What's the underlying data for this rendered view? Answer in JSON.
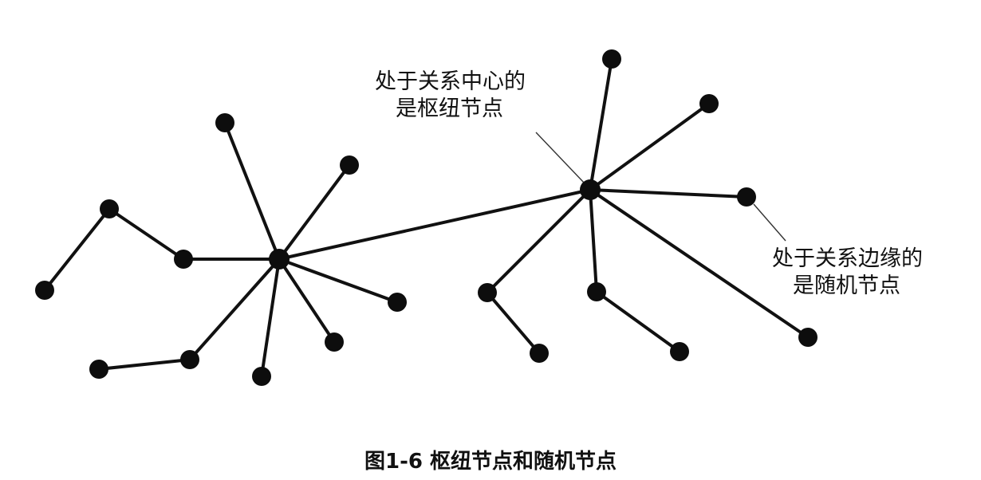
{
  "annotations": {
    "hub_label_line1": "处于关系中心的",
    "hub_label_line2": "是枢纽节点",
    "random_label_line1": "处于关系边缘的",
    "random_label_line2": "是随机节点"
  },
  "caption": "图1-6 枢纽节点和随机节点",
  "colors": {
    "node": "#0d0d0d",
    "edge": "#111111",
    "background": "#ffffff"
  }
}
